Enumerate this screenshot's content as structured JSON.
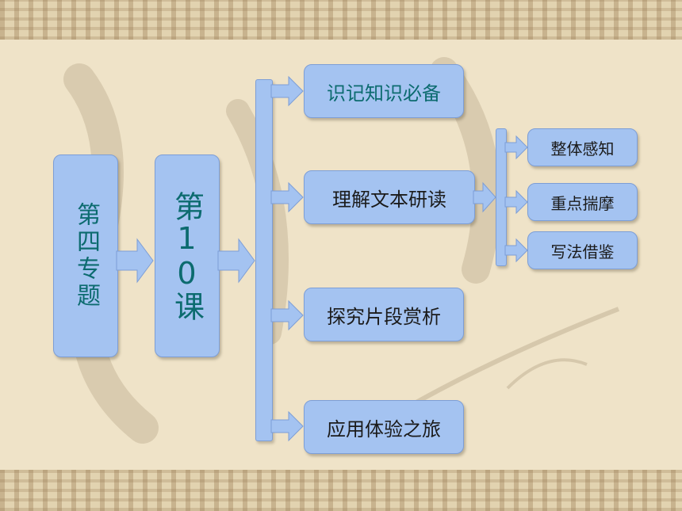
{
  "nodes": {
    "topic": "第四专题",
    "lesson": "第10课",
    "branch1": "识记知识必备",
    "branch2": "理解文本研读",
    "branch3": "探究片段赏析",
    "branch4": "应用体验之旅",
    "sub1": "整体感知",
    "sub2": "重点揣摩",
    "sub3": "写法借鉴"
  },
  "colors": {
    "box_fill": "#a4c3f1",
    "box_border": "#7d9ed6",
    "accent_text": "#0c6b6f",
    "background": "#efe3c8"
  }
}
